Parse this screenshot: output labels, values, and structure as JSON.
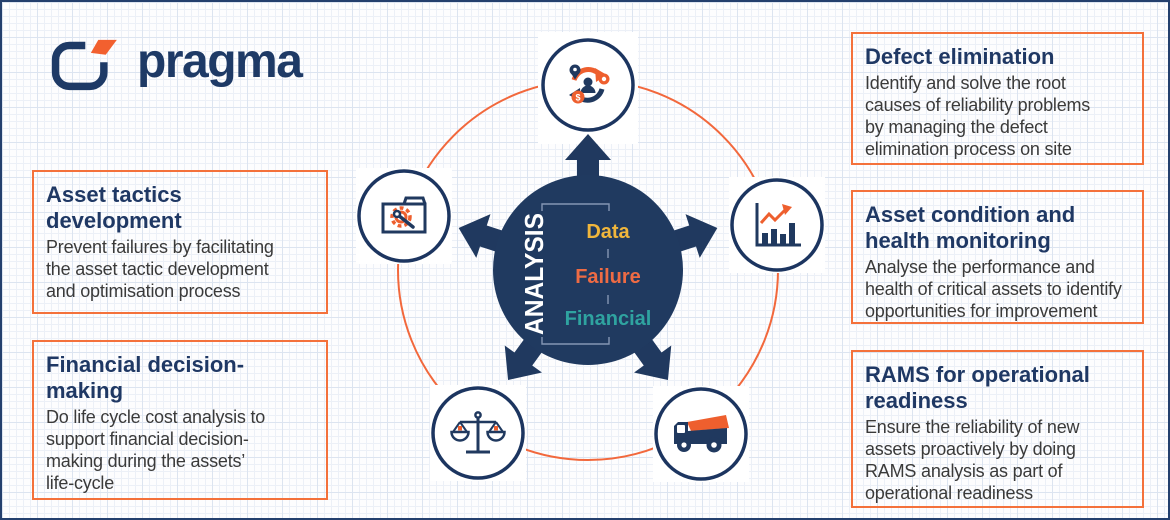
{
  "brand": {
    "name": "pragma"
  },
  "hub": {
    "center_label": "ANALYSIS",
    "items": [
      {
        "label": "Data",
        "color": "#f0b63c"
      },
      {
        "label": "Failure",
        "color": "#ee6b44"
      },
      {
        "label": "Financial",
        "color": "#2fa3a0"
      }
    ]
  },
  "cards": {
    "left": [
      {
        "title": "Asset tactics\ndevelopment",
        "body": "Prevent failures by facilitating\nthe asset tactic development\nand optimisation process"
      },
      {
        "title": "Financial decision-\nmaking",
        "body": "Do life cycle cost analysis to\nsupport financial decision-\nmaking during the assets’\nlife-cycle"
      }
    ],
    "right": [
      {
        "title": "Defect elimination",
        "body": "Identify and solve the root\ncauses of reliability problems\nby managing the defect\nelimination process on site"
      },
      {
        "title": "Asset condition and\nhealth monitoring",
        "body": "Analyse the performance and\nhealth of critical assets to identify\nopportunities for improvement"
      },
      {
        "title": "RAMS for operational\nreadiness",
        "body": "Ensure the reliability of new\nassets proactively by doing\nRAMS analysis as part of\noperational readiness"
      }
    ]
  },
  "icons": [
    "defect-elimination-process-icon",
    "asset-tactics-folder-gear-icon",
    "condition-monitoring-chart-icon",
    "financial-decision-scales-icon",
    "rams-dump-truck-icon"
  ],
  "colors": {
    "navy": "#203a60",
    "title_navy": "#1f3864",
    "accent_orange": "#f2683c",
    "body_text": "#3a3a3a"
  }
}
